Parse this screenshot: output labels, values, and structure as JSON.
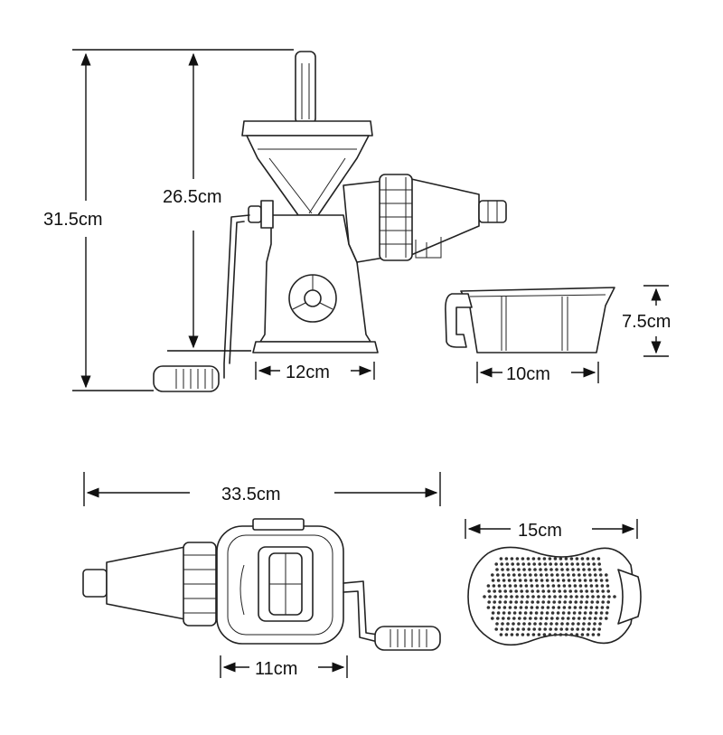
{
  "dimensions": {
    "total_height": "31.5cm",
    "body_height": "26.5cm",
    "base_width": "12cm",
    "cup_height": "7.5cm",
    "cup_width": "10cm",
    "total_length": "33.5cm",
    "top_body_width": "11cm",
    "screen_width": "15cm"
  },
  "colors": {
    "line": "#222222",
    "background": "#ffffff"
  }
}
